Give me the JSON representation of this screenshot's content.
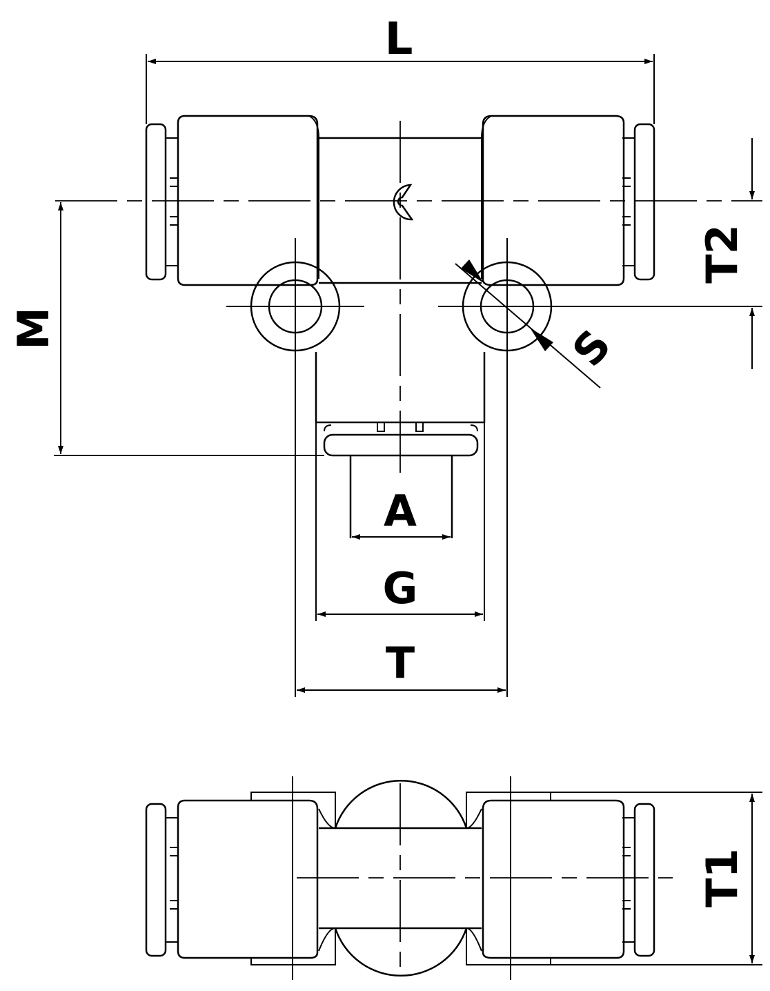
{
  "labels": {
    "L": "L",
    "M": "M",
    "T2": "T2",
    "S": "S",
    "A": "A",
    "G": "G",
    "T": "T",
    "T1": "T1"
  },
  "colors": {
    "line": "#000000",
    "background": "#ffffff"
  }
}
